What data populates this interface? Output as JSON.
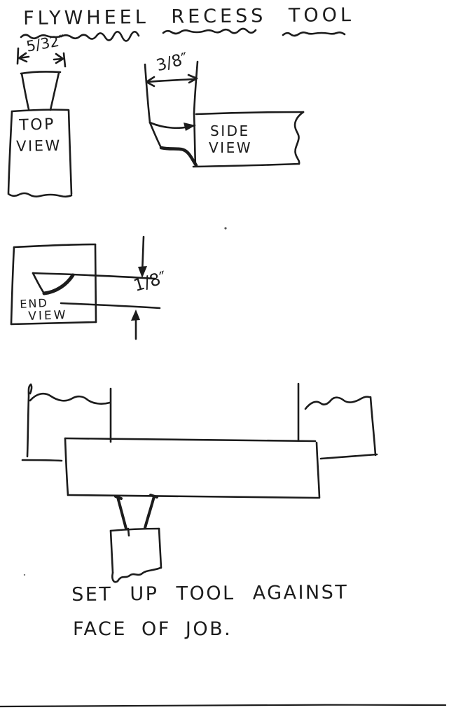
{
  "title": {
    "text": "FLYWHEEL RECESS TOOL"
  },
  "views": {
    "top_view": {
      "line1": "TOP",
      "line2": "VIEW",
      "dimension": "5/32″"
    },
    "side_view": {
      "line1": "SIDE",
      "line2": "VIEW",
      "dimension": "3/8″"
    },
    "end_view": {
      "line1": "END",
      "line2": "VIEW",
      "dimension": "1/8″"
    }
  },
  "caption": {
    "line1": "SET UP TOOL AGAINST",
    "line2": "FACE OF JOB."
  },
  "colors": {
    "ink": "#1c1c1c",
    "paper": "#ffffff"
  }
}
